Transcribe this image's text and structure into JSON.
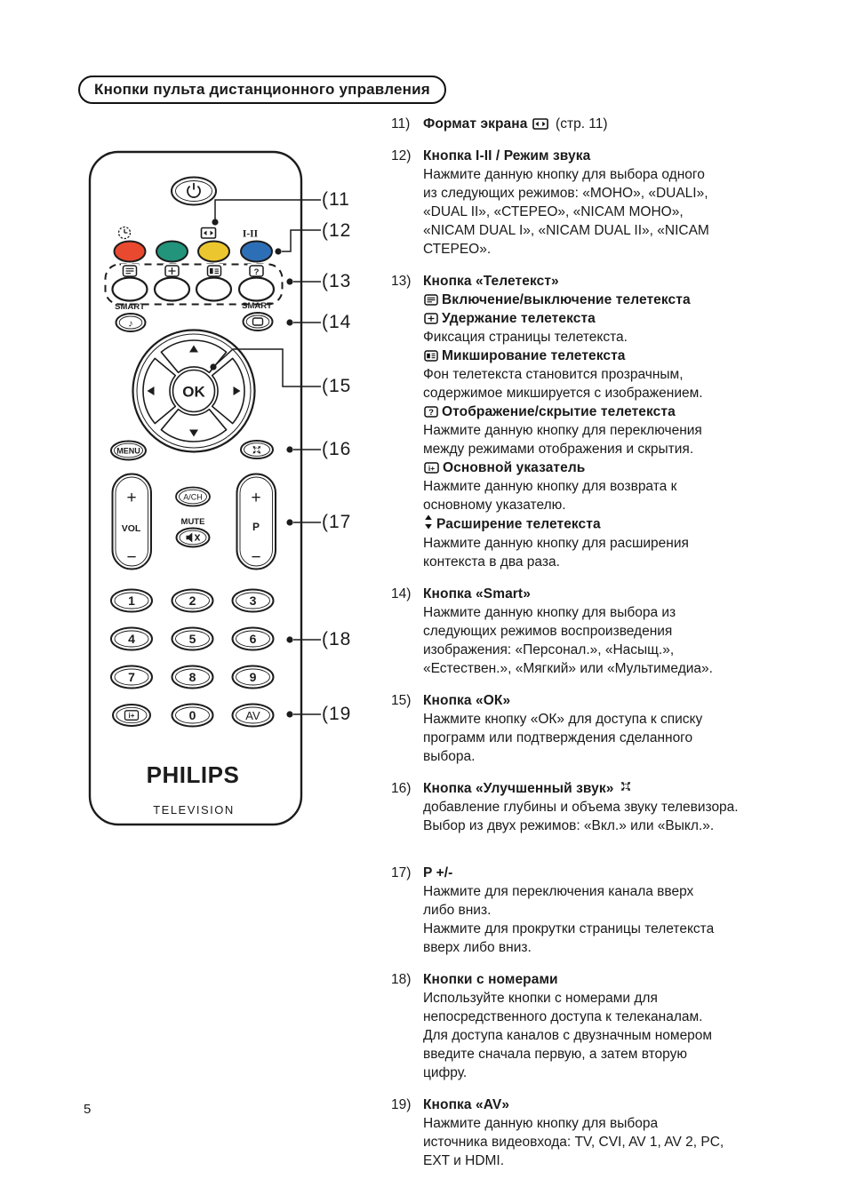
{
  "page": {
    "title": "Кнопки пульта дистанционного управления",
    "number": "5"
  },
  "remote": {
    "brand": "PHILIPS",
    "brand_sub": "TELEVISION",
    "i_ii_label": "I-II",
    "smart_left": "SMART",
    "smart_right": "SMART",
    "note_symbol": "♪",
    "ok": "OK",
    "menu": "MENU",
    "vol": "VOL",
    "p": "P",
    "ach": "A/CH",
    "mute": "MUTE",
    "plus": "+",
    "minus": "−",
    "digits": [
      "1",
      "2",
      "3",
      "4",
      "5",
      "6",
      "7",
      "8",
      "9",
      "0"
    ],
    "av": "AV",
    "index_label": "i+",
    "reveal_q": "?"
  },
  "colors": {
    "red_button": "#e8492f",
    "green_button": "#23947c",
    "yellow_button": "#ecc62e",
    "blue_button": "#2d6fb7",
    "line": "#1c1c1c"
  },
  "callouts": {
    "labels": [
      "(11",
      "(12",
      "(13",
      "(14",
      "(15",
      "(16",
      "(17",
      "(18",
      "(19"
    ]
  },
  "sections": [
    {
      "num": "11)",
      "parts": [
        {
          "bold": "Формат экрана",
          "icon_after": "screen-format-icon",
          "text": "(стр. 11)"
        }
      ]
    },
    {
      "num": "12)",
      "parts": [
        {
          "bold": "Кнопка I-II / Режим звука"
        },
        {
          "text": "Нажмите данную кнопку для выбора одного\nиз следующих режимов: «МОНО», «DUALI»,\n«DUAL II», «СТЕРЕО», «NICAM МОНО»,\n«NICAM DUAL I», «NICAM DUAL II», «NICAM\nСТЕРЕО»."
        }
      ]
    },
    {
      "num": "13)",
      "parts": [
        {
          "bold": "Кнопка «Телетекст»"
        },
        {
          "icon": "teletext-on-off-icon",
          "bold": "Включение/выключение телетекста"
        },
        {
          "icon": "teletext-hold-icon",
          "bold": "Удержание телетекста"
        },
        {
          "text": "Фиксация страницы телетекста."
        },
        {
          "icon": "teletext-mix-icon",
          "bold": "Микширование телетекста"
        },
        {
          "text": "Фон телетекста становится прозрачным,\nсодержимое микшируется с изображением."
        },
        {
          "icon": "teletext-reveal-icon",
          "bold": "Отображение/скрытие телетекста"
        },
        {
          "text": "Нажмите данную кнопку для переключения\nмежду режимами отображения и скрытия."
        },
        {
          "icon": "main-index-icon",
          "bold": "Основной указатель"
        },
        {
          "text": "Нажмите данную кнопку для возврата к\nосновному указателю."
        },
        {
          "icon": "teletext-expand-icon",
          "bold": "Расширение телетекста"
        },
        {
          "text": "Нажмите данную кнопку для расширения\nконтекста в два раза."
        }
      ]
    },
    {
      "num": "14)",
      "parts": [
        {
          "bold": "Кнопка «Smart»"
        },
        {
          "text": "Нажмите данную кнопку для выбора из\nследующих режимов воспроизведения\nизображения: «Персонал.», «Насыщ.»,\n«Естествен.», «Мягкий» или «Мультимедиа»."
        }
      ]
    },
    {
      "num": "15)",
      "parts": [
        {
          "bold": "Кнопка «ОК»"
        },
        {
          "text": "Нажмите кнопку «ОК» для доступа к списку\nпрограмм или подтверждения сделанного\nвыбора."
        }
      ]
    },
    {
      "num": "16)",
      "mb": 32,
      "parts": [
        {
          "bold": "Кнопка «Улучшенный звук»",
          "icon_after": "surround-icon"
        },
        {
          "text": "добавление глубины и объема звуку телевизора.\nВыбор из двух режимов: «Вкл.» или «Выкл.»."
        }
      ]
    },
    {
      "num": "17)",
      "parts": [
        {
          "bold": "P +/-"
        },
        {
          "text": "Нажмите для переключения канала вверх\nлибо вниз.\nНажмите для прокрутки страницы телетекста\nвверх либо вниз."
        }
      ]
    },
    {
      "num": "18)",
      "parts": [
        {
          "bold": "Кнопки с номерами"
        },
        {
          "text": "Используйте кнопки с номерами для\nнепосредственного доступа к телеканалам.\nДля доступа каналов с двузначным номером\nвведите сначала первую, а затем вторую\nцифру."
        }
      ]
    },
    {
      "num": "19)",
      "parts": [
        {
          "bold": "Кнопка «AV»"
        },
        {
          "text": "Нажмите данную кнопку для выбора\nисточника видеовхода: TV, CVI, AV 1, AV 2, PC,\nEXT и HDMI."
        }
      ]
    }
  ]
}
